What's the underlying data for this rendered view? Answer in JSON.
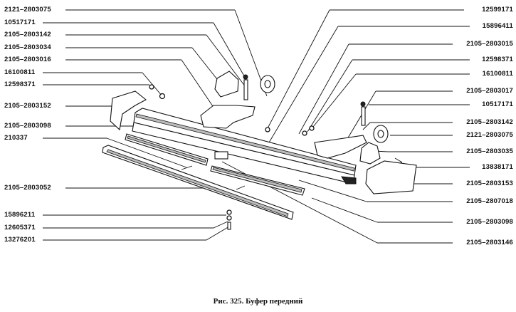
{
  "labels_left": [
    "2121–2803075",
    "10517171",
    "2105–2803142",
    "2105–2803034",
    "2105–2803016",
    "16100811",
    "12598371",
    "2105–2803152",
    "2105–2803098",
    "210337",
    "2105–2803052",
    "15896211",
    "12605371",
    "13276201"
  ],
  "labels_right": [
    "12599171",
    "15896411",
    "2105–2803015",
    "12598371",
    "16100811",
    "2105–2803017",
    "10517171",
    "2105–2803142",
    "2121–2803075",
    "2105–2803035",
    "13838171",
    "2105–2803153",
    "2105–2807018",
    "2105–2803098",
    "2105–2803146"
  ],
  "caption": "Рис. 325. Буфер передний"
}
